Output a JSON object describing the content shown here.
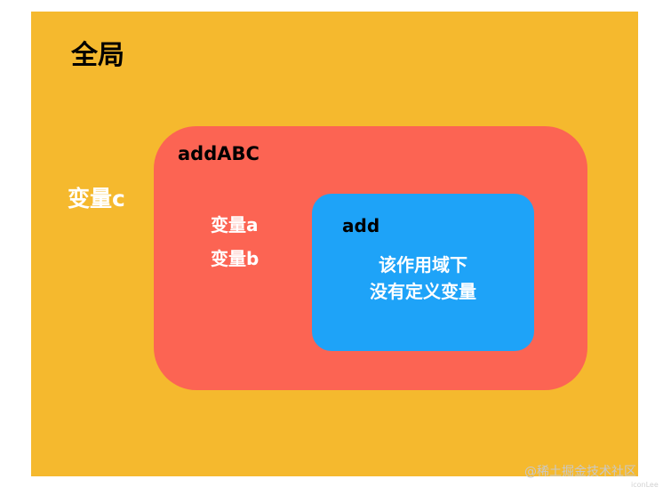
{
  "global": {
    "title": "全局",
    "variable": "变量c"
  },
  "addABC": {
    "title": "addABC",
    "variables": [
      "变量a",
      "变量b"
    ]
  },
  "add": {
    "title": "add",
    "note_lines": [
      "该作用域下",
      "没有定义变量"
    ]
  },
  "watermark": {
    "text": "@稀土掘金技术社区",
    "sub": "iconLee"
  },
  "colors": {
    "global_bg": "#F5B92E",
    "addABC_bg": "#FC6453",
    "add_bg": "#1EA3F8"
  }
}
